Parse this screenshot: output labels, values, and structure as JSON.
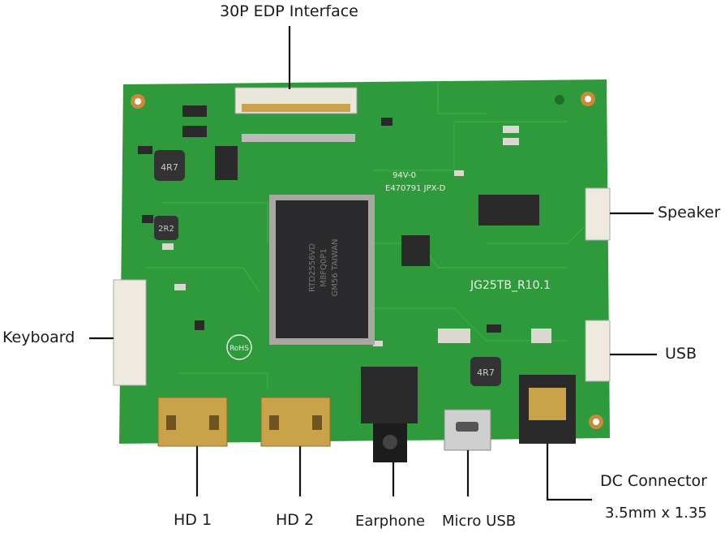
{
  "labels": {
    "edp": "30P EDP Interface",
    "speaker": "Speaker",
    "keyboard": "Keyboard",
    "usb": "USB",
    "hd1": "HD  1",
    "hd2": "HD  2",
    "earphone": "Earphone",
    "micro_usb": "Micro USB",
    "dc_connector": "DC Connector",
    "dc_size": "3.5mm x 1.35"
  },
  "board": {
    "model": "JG25TB_R10.1",
    "chip_line1": "RTD2556VD",
    "chip_line2": "M8FQ0P1",
    "chip_line3": "GM56 TAIWAN",
    "ul_mark": "94V-0",
    "ul_code": "E470791 JPX-D",
    "rohs": "RoHS",
    "inductor1": "4R7",
    "inductor2": "2R2",
    "inductor3": "4R7"
  },
  "colors": {
    "pcb": "#2f9a3c",
    "pcb_dark": "#23802f",
    "silk": "#e8f2e6",
    "chip": "#2b2b2e",
    "gold": "#c9a24a"
  }
}
